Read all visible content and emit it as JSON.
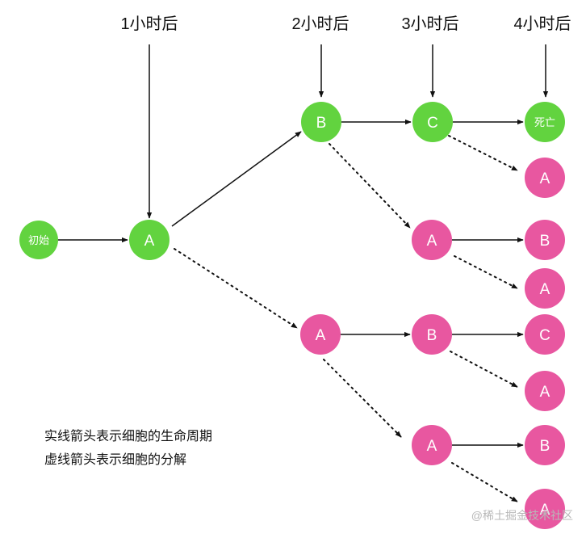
{
  "colors": {
    "green": "#62d33f",
    "pink": "#e857a0",
    "line": "#111111"
  },
  "time_labels": [
    "1小时后",
    "2小时后",
    "3小时后",
    "4小时后"
  ],
  "nodes": {
    "start": "初始",
    "a_1h": "A",
    "b_2h": "B",
    "a_2h": "A",
    "c_3h": "C",
    "a_3h_upper": "A",
    "b_3h": "B",
    "a_3h_lower": "A",
    "dead_4h": "死亡",
    "a_4h_1": "A",
    "b_4h_1": "B",
    "a_4h_2": "A",
    "c_4h": "C",
    "a_4h_3": "A",
    "b_4h_2": "B",
    "a_4h_4": "A"
  },
  "legend": {
    "solid": "实线箭头表示细胞的生命周期",
    "dotted": "虚线箭头表示细胞的分解"
  },
  "watermark": "@稀土掘金技术社区"
}
